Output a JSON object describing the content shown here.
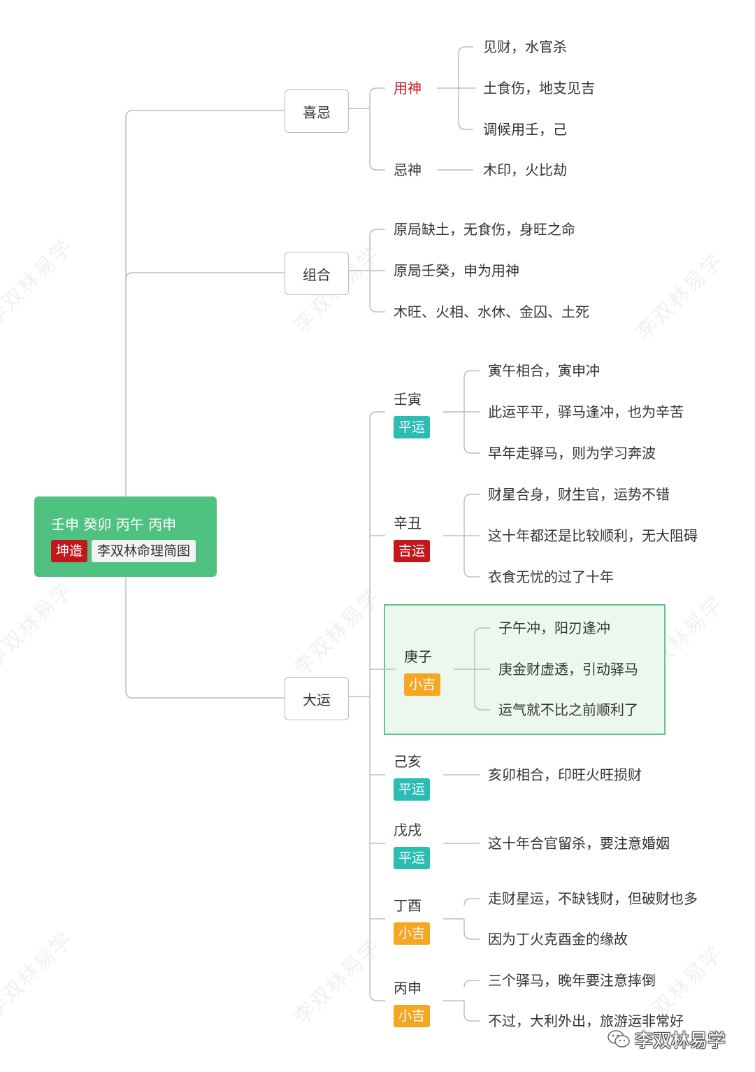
{
  "root": {
    "title": "壬申 癸卯 丙午 丙申",
    "tag_primary": "坤造",
    "tag_secondary": "李双林命理简图"
  },
  "branches": {
    "xiji": {
      "label": "喜忌",
      "yongshen": {
        "label": "用神",
        "items": [
          "见财，水官杀",
          "土食伤，地支见吉",
          "调候用壬，己"
        ]
      },
      "jishen": {
        "label": "忌神",
        "items": [
          "木印，火比劫"
        ]
      }
    },
    "zuhe": {
      "label": "组合",
      "items": [
        "原局缺土，无食伤，身旺之命",
        "原局壬癸，申为用神",
        "木旺、火相、水休、金囚、土死"
      ]
    },
    "dayun": {
      "label": "大运",
      "periods": [
        {
          "label": "壬寅",
          "badge": "平运",
          "items": [
            "寅午相合，寅申冲",
            "此运平平，驿马逢冲，也为辛苦",
            "早年走驿马，则为学习奔波"
          ]
        },
        {
          "label": "辛丑",
          "badge": "吉运",
          "items": [
            "财星合身，财生官，运势不错",
            "这十年都还是比较顺利，无大阻碍",
            "衣食无忧的过了十年"
          ]
        },
        {
          "label": "庚子",
          "badge": "小吉",
          "items": [
            "子午冲，阳刃逢冲",
            "庚金财虚透，引动驿马",
            "运气就不比之前顺利了"
          ]
        },
        {
          "label": "己亥",
          "badge": "平运",
          "items": [
            "亥卯相合，印旺火旺损财"
          ]
        },
        {
          "label": "戊戌",
          "badge": "平运",
          "items": [
            "这十年合官留杀，要注意婚姻"
          ]
        },
        {
          "label": "丁酉",
          "badge": "小吉",
          "items": [
            "走财星运，不缺钱财，但破财也多",
            "因为丁火克酉金的缘故"
          ]
        },
        {
          "label": "丙申",
          "badge": "小吉",
          "items": [
            "三个驿马，晚年要注意摔倒",
            "不过，大利外出，旅游运非常好"
          ]
        }
      ]
    }
  },
  "badge_colors": {
    "平运": "#2bbcb4",
    "吉运": "#c4171c",
    "小吉": "#f5a623"
  },
  "colors": {
    "root": "#4fc180",
    "highlight_border": "#5fc685",
    "highlight_fill": "#ecf8ef",
    "line": "#bdbdbd",
    "accent_red": "#c4171c"
  },
  "watermark": "李双林易学",
  "footer": {
    "text": "李双林易学",
    "icon": "wechat-icon"
  }
}
